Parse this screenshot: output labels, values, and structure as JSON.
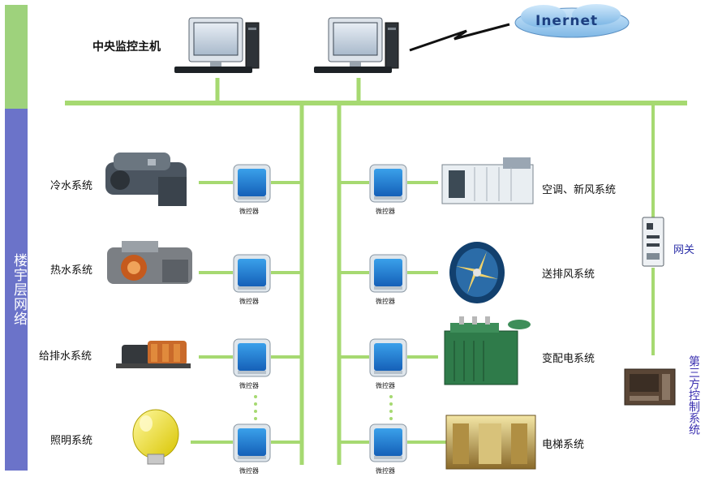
{
  "sidebar": {
    "building_network_label": "楼宇层网络"
  },
  "host": {
    "label": "中央监控主机"
  },
  "internet": {
    "label": "Inernet"
  },
  "systems_left": [
    {
      "label": "冷水系统",
      "icon": "chiller-icon"
    },
    {
      "label": "热水系统",
      "icon": "boiler-icon"
    },
    {
      "label": "给排水系统",
      "icon": "pump-icon"
    },
    {
      "label": "照明系统",
      "icon": "lightbulb-icon"
    }
  ],
  "systems_right": [
    {
      "label": "空调、新风系统",
      "icon": "ahu-icon"
    },
    {
      "label": "送排风系统",
      "icon": "fan-icon"
    },
    {
      "label": "变配电系统",
      "icon": "transformer-icon"
    },
    {
      "label": "电梯系统",
      "icon": "elevator-icon"
    }
  ],
  "controller": {
    "label": "微控器"
  },
  "gateway": {
    "label": "网关"
  },
  "third_party": {
    "label": "第三方控制系统"
  },
  "colors": {
    "line": "#a6d971",
    "sidebar_top": "#9ed27c",
    "sidebar_bottom": "#6b73c9",
    "controller_blue": "#1f7fd0",
    "label_blue": "#2b2fa8"
  }
}
